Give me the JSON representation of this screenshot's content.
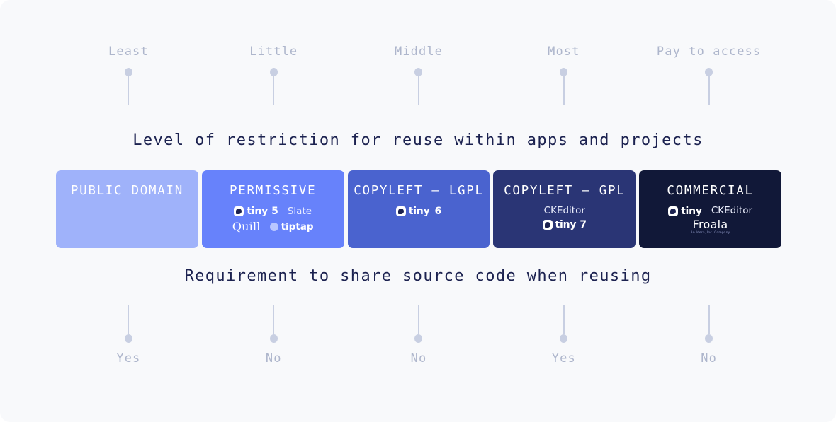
{
  "background_color": "#f8f9fb",
  "top_axis": {
    "label_color": "#aeb6cc",
    "markers": [
      {
        "label": "Least",
        "icon": "pin-marker-icon"
      },
      {
        "label": "Little",
        "icon": "pin-marker-icon"
      },
      {
        "label": "Middle",
        "icon": "pin-marker-icon"
      },
      {
        "label": "Most",
        "icon": "pin-marker-icon"
      },
      {
        "label": "Pay to access",
        "icon": "pin-marker-icon"
      }
    ]
  },
  "captions": {
    "top": "Level of restriction for reuse within apps and projects",
    "bottom": "Requirement to share source code when reusing",
    "color": "#1c2250"
  },
  "cards": [
    {
      "title": "PUBLIC DOMAIN",
      "color": "#9fb2fa",
      "logos": []
    },
    {
      "title": "PERMISSIVE",
      "color": "#6782fb",
      "logos": [
        {
          "name": "tiny",
          "version": "5",
          "icon": "tiny-logo-icon"
        },
        {
          "name": "Slate"
        },
        {
          "name": "Quill"
        },
        {
          "name": "tiptap",
          "icon": "tiptap-logo-icon"
        }
      ]
    },
    {
      "title": "COPYLEFT — LGPL",
      "color": "#4a63cf",
      "logos": [
        {
          "name": "tiny",
          "version": "6",
          "icon": "tiny-logo-icon"
        }
      ]
    },
    {
      "title": "COPYLEFT — GPL",
      "color": "#2a3575",
      "logos": [
        {
          "name": "CKEditor"
        },
        {
          "name": "tiny",
          "version": "7",
          "icon": "tiny-logo-icon"
        }
      ]
    },
    {
      "title": "COMMERCIAL",
      "color": "#111838",
      "logos": [
        {
          "name": "tiny",
          "icon": "tiny-logo-icon"
        },
        {
          "name": "CKEditor"
        },
        {
          "name": "Froala",
          "tagline": "An Idera, Inc. Company"
        }
      ]
    }
  ],
  "bottom_axis": {
    "label_color": "#aeb6cc",
    "markers": [
      {
        "label": "Yes",
        "icon": "pin-marker-icon"
      },
      {
        "label": "No",
        "icon": "pin-marker-icon"
      },
      {
        "label": "No",
        "icon": "pin-marker-icon"
      },
      {
        "label": "Yes",
        "icon": "pin-marker-icon"
      },
      {
        "label": "No",
        "icon": "pin-marker-icon"
      }
    ]
  }
}
